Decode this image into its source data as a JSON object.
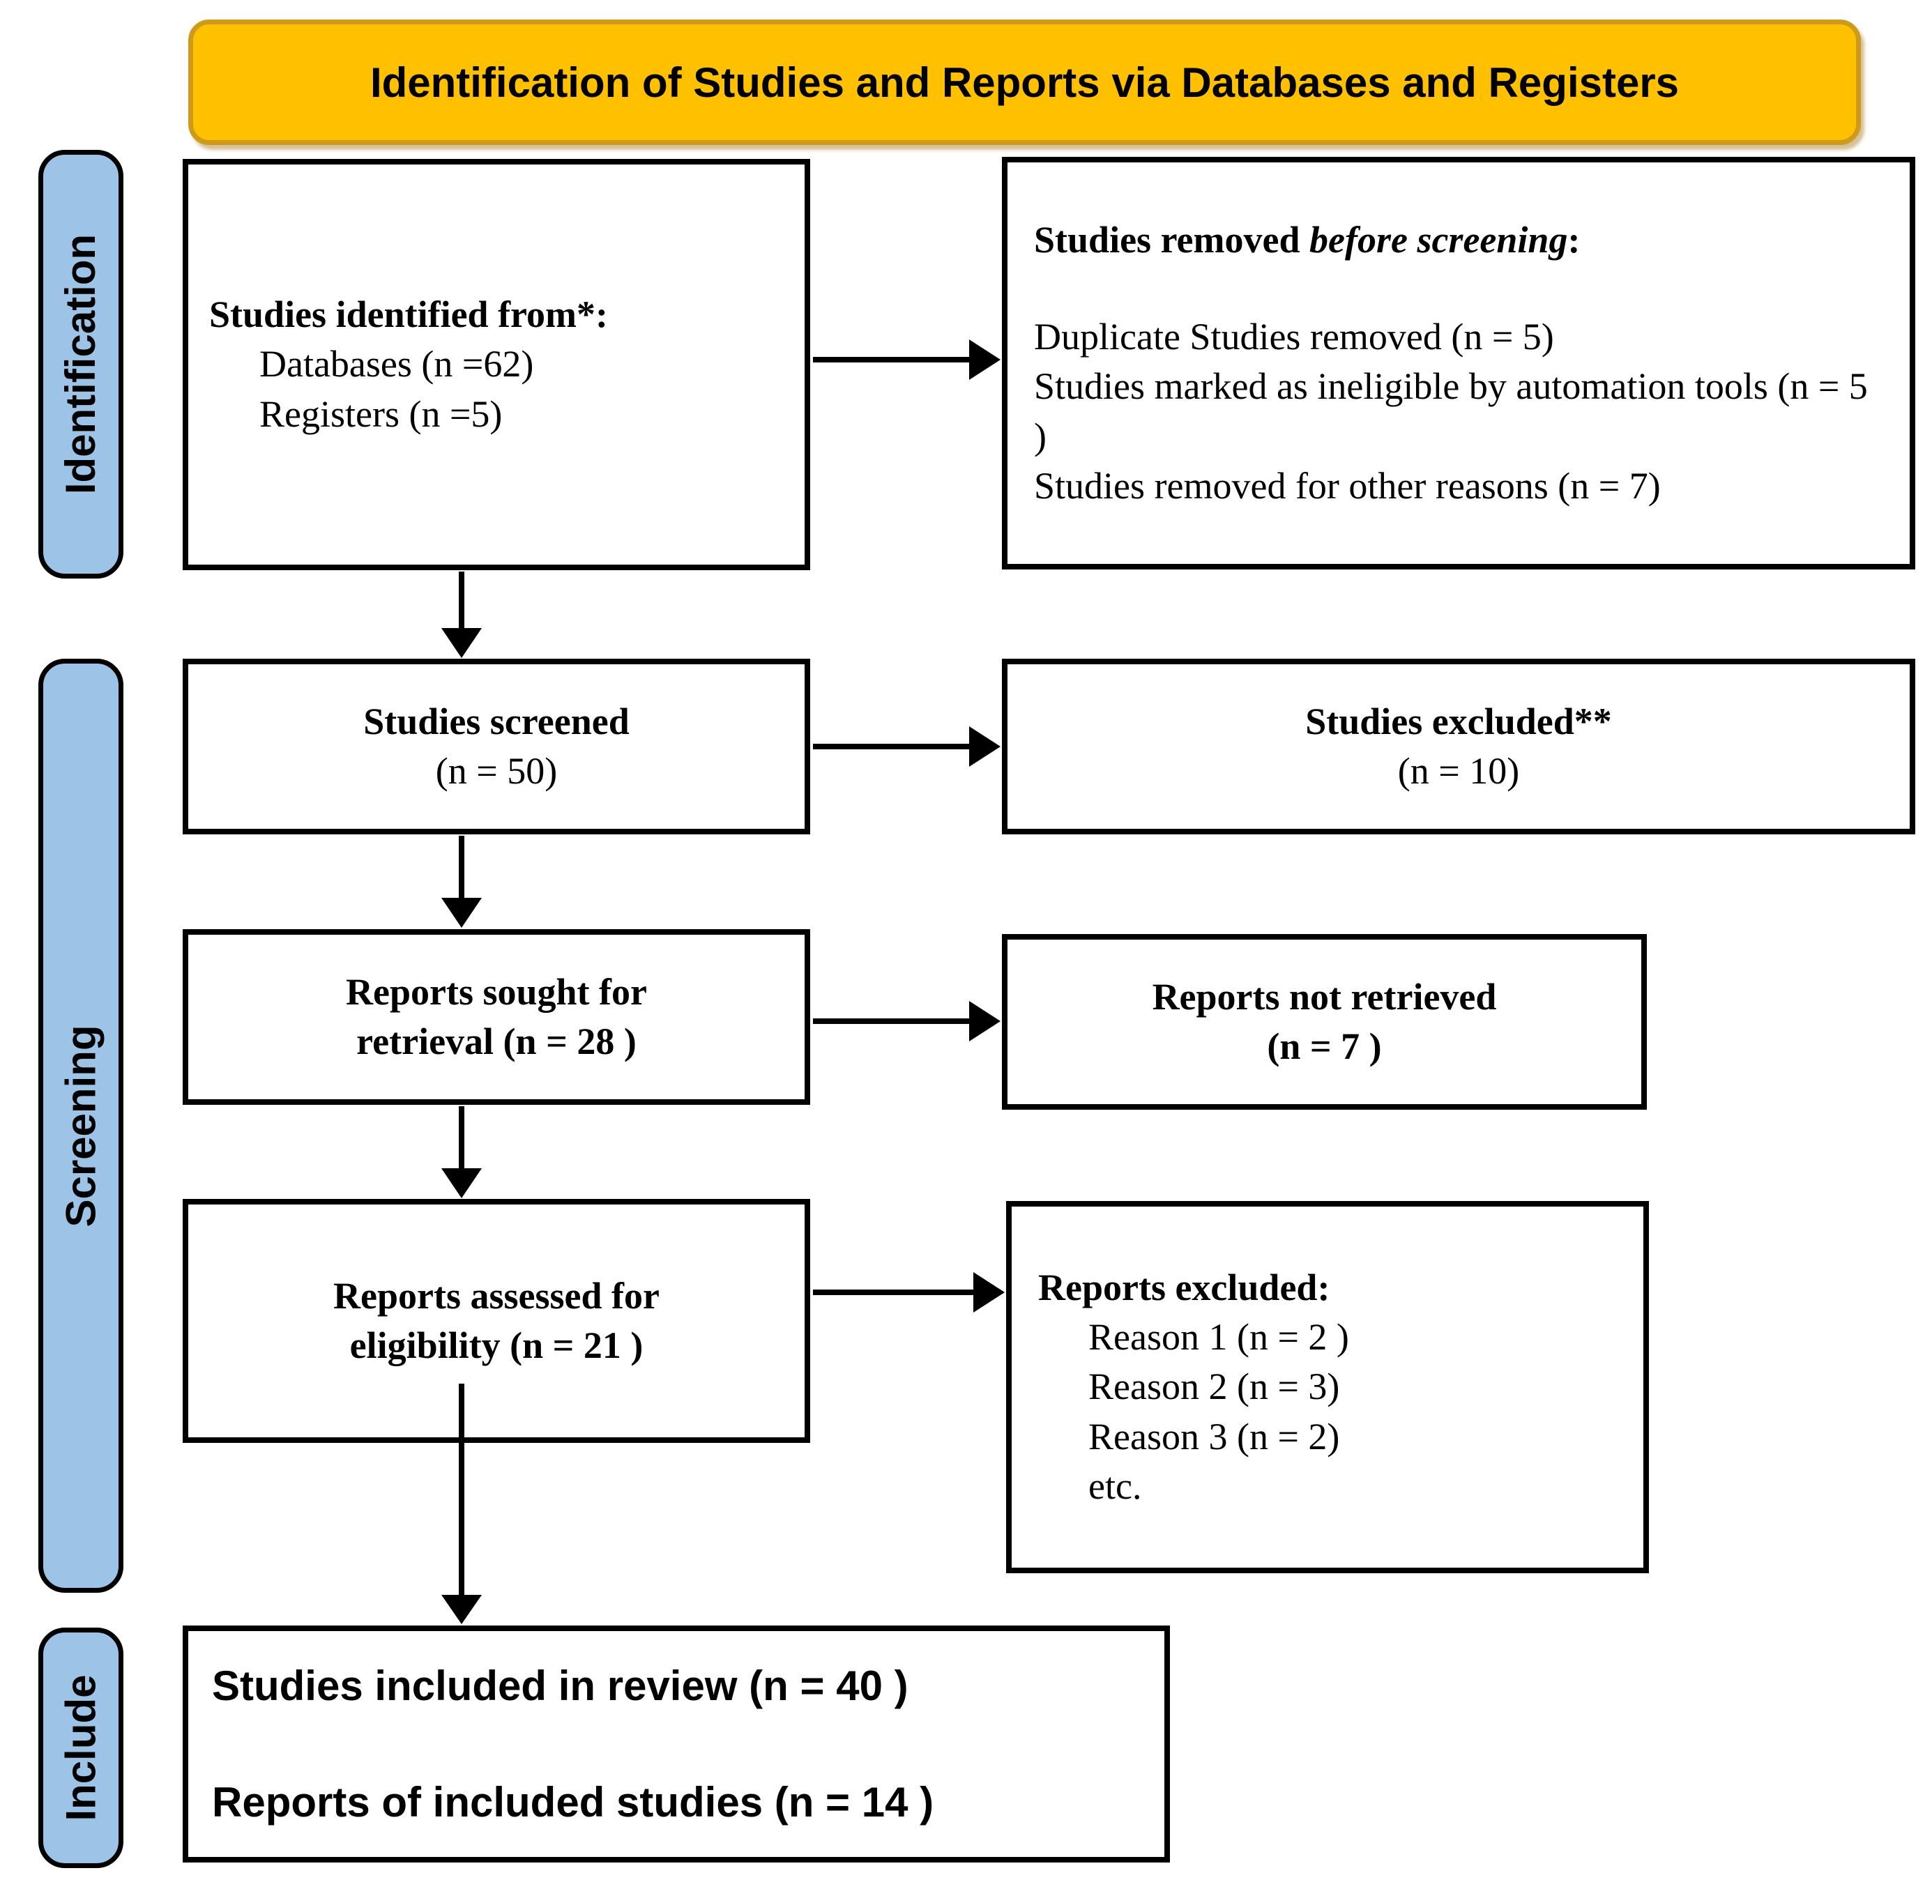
{
  "banner": {
    "title": "Identification of Studies and Reports via Databases and Registers",
    "bg_color": "#FFC000",
    "border_color": "#CE9A1B"
  },
  "sidebar": {
    "bg_color": "#9DC3E6",
    "identification_label": "Identification",
    "screening_label": "Screening",
    "include_label": "Include"
  },
  "boxes": {
    "identified": {
      "heading": "Studies identified from*:",
      "items": [
        "Databases (n =62)",
        "Registers (n =5)"
      ]
    },
    "removed": {
      "heading_prefix": "Studies removed ",
      "heading_italic": "before screening",
      "heading_suffix": ":",
      "items": [
        "Duplicate Studies removed (n = 5)",
        "Studies marked as ineligible by automation tools (n = 5 )",
        "Studies removed for other reasons (n = 7)"
      ]
    },
    "screened": {
      "line1": "Studies screened",
      "line2": "(n = 50)"
    },
    "excluded": {
      "line1": "Studies excluded**",
      "line2": "(n = 10)"
    },
    "sought": {
      "line1": "Reports sought for",
      "line2": "retrieval (n = 28 )"
    },
    "not_retrieved": {
      "line1": "Reports not retrieved",
      "line2": "(n = 7 )"
    },
    "assessed": {
      "line1": "Reports assessed for",
      "line2": "eligibility (n = 21 )"
    },
    "reports_excluded": {
      "heading": "Reports excluded:",
      "items": [
        "Reason 1 (n = 2 )",
        "Reason 2 (n = 3)",
        "Reason 3 (n = 2)",
        "etc."
      ]
    },
    "included": {
      "line1": "Studies included in review (n = 40 )",
      "line2": "Reports of included studies (n = 14 )"
    }
  }
}
